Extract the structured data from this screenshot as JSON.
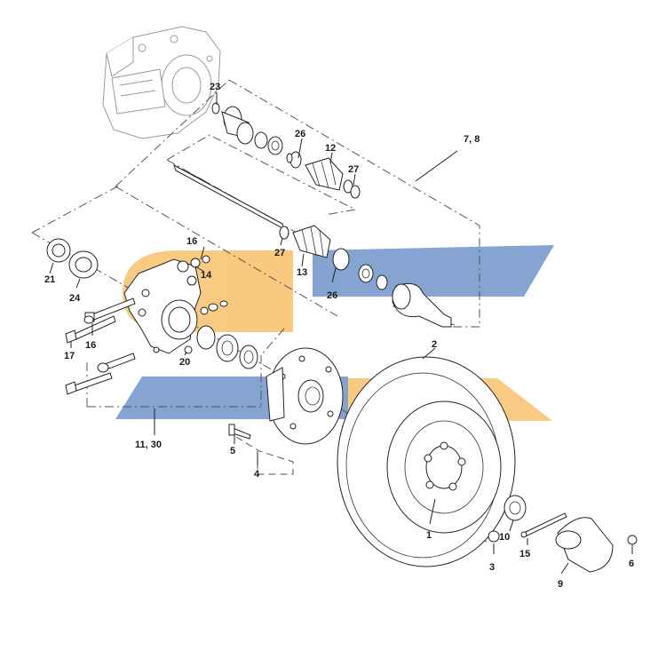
{
  "watermark": {
    "colors": {
      "yellow": "#F9C77A",
      "blue": "#7E9FCF"
    }
  },
  "callouts": {
    "c1": "1",
    "c2": "2",
    "c3": "3",
    "c4": "4",
    "c5": "5",
    "c6": "6",
    "c78": "7, 8",
    "c9": "9",
    "c10": "10",
    "c1130": "11, 30",
    "c12": "12",
    "c13": "13",
    "c14": "14",
    "c15": "15",
    "c16a": "16",
    "c16b": "16",
    "c17": "17",
    "c20": "20",
    "c21": "21",
    "c23": "23",
    "c24": "24",
    "c26a": "26",
    "c26b": "26",
    "c27a": "27",
    "c27b": "27"
  }
}
